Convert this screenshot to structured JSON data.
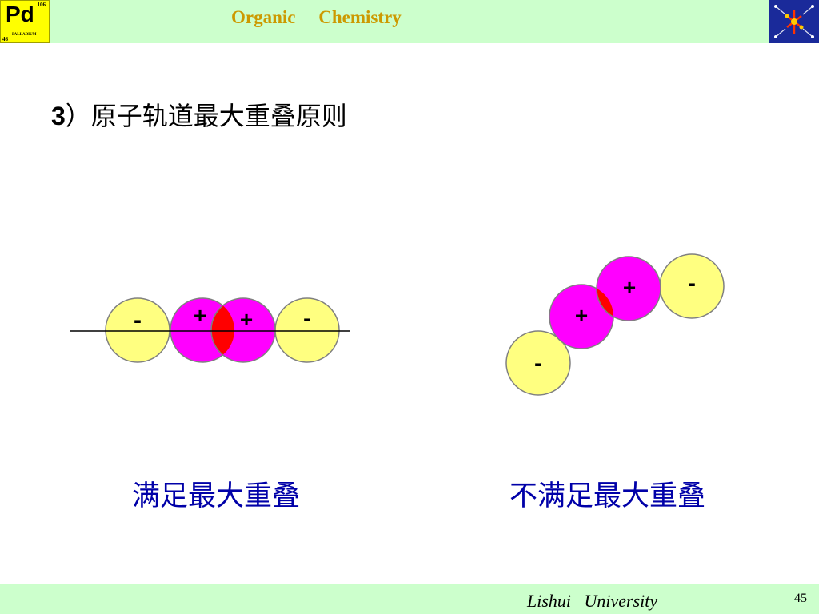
{
  "header": {
    "course_title": "Organic     Chemistry",
    "element_badge": {
      "symbol": "Pd",
      "mass": "106",
      "name": "PALLADIUM",
      "number": "46"
    }
  },
  "slide": {
    "heading_number": "3",
    "heading_text": "）原子轨道最大重叠原则",
    "left_diagram": {
      "signs": [
        "-",
        "+",
        "+",
        "-"
      ]
    },
    "right_diagram": {
      "signs": [
        "-",
        "+",
        "+",
        "-"
      ]
    },
    "caption_left": "满足最大重叠",
    "caption_right": "不满足最大重叠"
  },
  "colors": {
    "positive_lobe": "#ff00ff",
    "negative_lobe": "#ffff80",
    "overlap": "#ff0000",
    "caption": "#0000a8",
    "title": "#cc9900",
    "band": "#ccffcc"
  },
  "footer": {
    "university": "Lishui   University",
    "page_number": "45"
  }
}
